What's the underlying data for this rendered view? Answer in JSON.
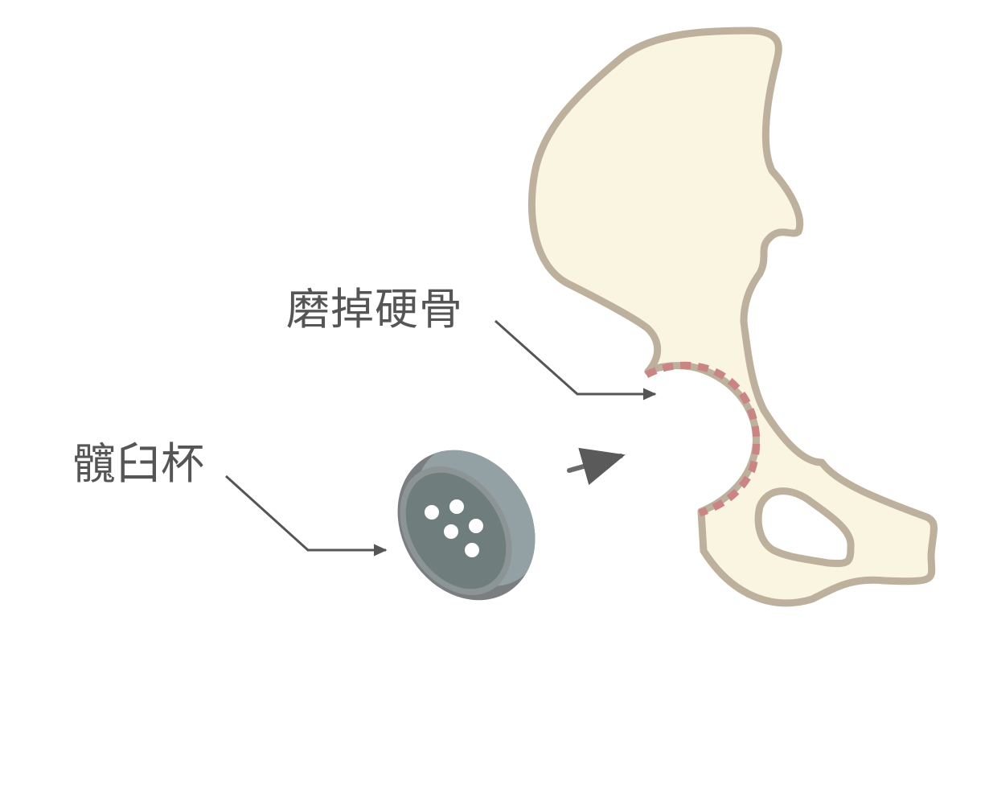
{
  "labels": {
    "grind_bone": "磨掉硬骨",
    "acetabular_cup": "髖臼杯"
  },
  "colors": {
    "bone_fill": "#faf5e0",
    "bone_outline": "#bdb09c",
    "dashed_cut": "#c98484",
    "arrow": "#5a5a5a",
    "cup_outer": "#7a7e80",
    "cup_inner": "#6f7d7d",
    "cup_rim": "#93a1a4",
    "cup_holes": "#ffffff"
  },
  "icons": [
    "pelvis-bone-illustration",
    "acetabular-cup-implant",
    "insertion-arrow"
  ]
}
